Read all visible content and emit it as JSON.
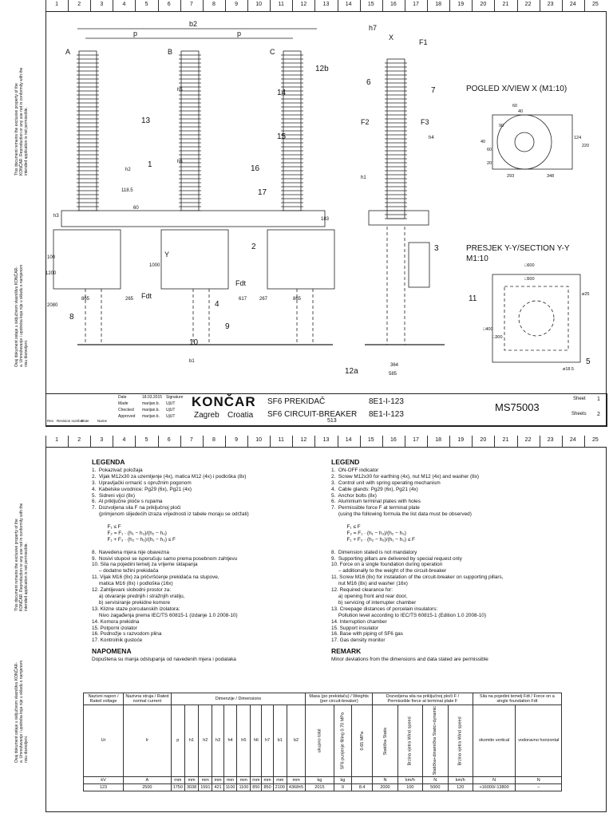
{
  "ruler_numbers": [
    "1",
    "2",
    "3",
    "4",
    "5",
    "6",
    "7",
    "8",
    "9",
    "10",
    "11",
    "12",
    "13",
    "14",
    "15",
    "16",
    "17",
    "18",
    "19",
    "20",
    "21",
    "22",
    "23",
    "24",
    "25"
  ],
  "side_notes": {
    "english": "This document remains the exclusive property of the KONČAR. Reproduction or any use not in conformity with the intended application is not permissible.",
    "croatian": "Ovaj dokument ostaje u isključivom vlasništvu KONČAR-a. Umnožavanje i upotreba koja nije u skladu s namjenom nisu dozvoljeni."
  },
  "drawing": {
    "pole_labels": [
      "A",
      "B",
      "C"
    ],
    "dims_top": [
      "b2",
      "p",
      "p",
      "h7"
    ],
    "dims_heights": [
      "h2",
      "h1",
      "h3",
      "h4",
      "h5",
      "h6",
      "183",
      "60",
      "118.5",
      "100",
      "1000",
      "1200",
      "2080",
      "865",
      "265",
      "617",
      "267",
      "865",
      "b1",
      "585",
      "364"
    ],
    "callouts": [
      "1",
      "2",
      "3",
      "4",
      "5",
      "6",
      "7",
      "8",
      "9",
      "10",
      "11",
      "12a",
      "12b",
      "13",
      "14",
      "15",
      "16",
      "17"
    ],
    "forces": [
      "F1",
      "F2",
      "F3",
      "Fdt",
      "Fdt"
    ],
    "view_x_label": "X",
    "view_x_title": "POGLED X/VIEW X (M1:10)",
    "view_x_dims": [
      "60",
      "40",
      "90",
      "60",
      "20",
      "293",
      "348",
      "124",
      "220",
      "40"
    ],
    "section_title": "PRESJEK Y-Y/SECTION Y-Y",
    "section_scale": "M1:10",
    "section_dims": [
      "□600",
      "□500",
      "□400",
      "□300",
      "ø25",
      "ø18.5"
    ],
    "y_label": "Y"
  },
  "title_block": {
    "rows": [
      [
        "Date",
        "18.03.2015",
        "Signature"
      ],
      [
        "Made",
        "marijan.b.",
        "UjUT"
      ],
      [
        "Checked",
        "marijan.b.",
        "UjUT"
      ],
      [
        "Approved",
        "marijan.b.",
        "UjUT"
      ]
    ],
    "rev_headers": [
      "Rev",
      "Revision number",
      "Date",
      "Name"
    ],
    "company": "KONČAR",
    "city": "Zagreb",
    "country": "Croatia",
    "title_hr": "SF6 PREKIDAČ",
    "title_en": "SF6 CIRCUIT-BREAKER",
    "code1": "8E1-I-123",
    "code2": "8E1-I-123",
    "doc_no": "MS75003",
    "sheet_label": "Sheet",
    "sheet_value": "1",
    "sheets_label": "Sheets",
    "sheets_value": "2",
    "foot_no": "513"
  },
  "legend_hr": {
    "title": "LEGENDA",
    "items": [
      "1.  Pokazivač položaja",
      "2.  Vijak M12x30 za uzemljenje (4x), matica M12 (4x) i podloška (8x)",
      "3.  Upravljački ormarić s opružnim pogonom",
      "4.  Kabelske uvodnice: Pg29 (6x), Pg21 (4x)",
      "5.  Sidreni vijci (8x)",
      "6.  Al priključne ploče s rupama",
      "7.  Dozvoljena sila F na priključnoj ploči",
      "     (primjenom slijedećih izraza vrijednosti iz tabele moraju se održati)",
      "",
      "           F₁ ≤ F",
      "           F₂ = F₁ · (h₁ − h₃)/(h₂ − h₃)",
      "           F₁ + F₃ · (h₂ − h₃)/(h₁ − h₃) ≤ F",
      "",
      "8.  Navedena mjera nije obavezna",
      "9.  Nosivi stupovi se isporučuju samo prema posebnom zahtjevu",
      "10. Sila na pojedini temelj za vrijeme sklapanja",
      "     – dodatno težini prekidača",
      "11. Vijak M16 (8x) za pričvršćenje prekidača na stupove,",
      "     matica M16 (8x) i podloška (16x)",
      "12. Zahtijevani slobodni prostor za:",
      "     a) otvaranje prednjih i stražnjih vratiju,",
      "     b) servisiranje prekidne komore",
      "13. Klizne staze porculanskih izolatora:",
      "     Nivo zagađenja prema IEC/TS 60815-1 (izdanje 1.0 2008-10)",
      "14. Komora prekidna",
      "15. Potporni izolator",
      "16. Podnožje s razvodom plina",
      "17. Kontrolnik gustoće"
    ],
    "note_title": "NAPOMENA",
    "note": "Dopuštena su manja odstupanja od navedenih mjera i podataka"
  },
  "legend_en": {
    "title": "LEGEND",
    "items": [
      "1.  ON-OFF indicator",
      "2.  Screw M12x30 for earthing (4x), nut M12 (4x) and washer (8x)",
      "3.  Control unit with spring operating mechanism",
      "4.  Cable glands: Pg29 (6x), Pg21 (4x)",
      "5.  Anchor bolts (8x)",
      "6.  Aluminium terminal plates with holes",
      "7.  Permissible force F at terminal plate",
      "     (using the following formula the list data must be observed)",
      "",
      "           F₁ ≤ F",
      "           F₂ = F₁ · (h₁ − h₃)/(h₂ − h₃)",
      "           F₁ + F₃ · (h₂ − h₃)/(h₁ − h₃) ≤ F",
      "",
      "8.  Dimension stated is not mandatory",
      "9.  Supporting pillars are delivered by special request only",
      "10. Force on a single foundation during operation",
      "     – additionally to the weight of the circuit-breaker",
      "11. Screw M16 (8x) for instalation of the circuit-breaker on supporting pillars,",
      "     nut M16 (8x) and washer (16x)",
      "12. Required clearance for:",
      "     a) opening front and rear door,",
      "     b) servicing of interrupter chamber",
      "13. Creepage distances of porcelain insulators:",
      "     Pollution level according to IEC/TS 60815-1 (Edition 1.0 2008-10)",
      "14. Interruption chamber",
      "15. Support insulator",
      "16. Base with piping of SF6 gas",
      "17. Gas density monitor"
    ],
    "note_title": "REMARK",
    "note": "Minor deviations from the dimensions and data stated are permissible"
  },
  "spec_table": {
    "h_rated_voltage": "Nazivni napon / Rated voltage",
    "h_rated_current": "Nazivna struja / Rated normal current",
    "h_dimensions": "Dimenzije / Dimensions",
    "h_mass": "Masa (po prekidaču) / Weights (per circuit-breaker)",
    "h_force_terminal": "Dozvoljena sila na priključnoj ploči F / Permissible force at terminal plate F",
    "h_force_foundation": "Sila na pojedini temelj Fdt / Force on a single foundation Fdt",
    "sym": [
      "Ur",
      "Ir",
      "p",
      "h1",
      "h2",
      "h3",
      "h4",
      "h5",
      "h6",
      "h7",
      "b1",
      "b2",
      "ukupno total",
      "SF6 punjenje filling 0.70 MPa",
      "0.65 MPa",
      "Statička Static",
      "Brzina vjetra Wind speed",
      "Statička+dinamička Static+dynamic",
      "Brzina vjetra Wind speed",
      "okomito vertical",
      "vodoravno horizontal"
    ],
    "units": [
      "kV",
      "A",
      "mm",
      "mm",
      "mm",
      "mm",
      "mm",
      "mm",
      "mm",
      "mm",
      "mm",
      "mm",
      "kg",
      "kg",
      "",
      "N",
      "km/h",
      "N",
      "km/h",
      "N",
      "N"
    ],
    "values": [
      "123",
      "2500",
      "1750",
      "3038",
      "1591",
      "421",
      "1100",
      "1100",
      "850",
      "850",
      "2100",
      "4368±5",
      "2015",
      "9",
      "8.4",
      "2000",
      "100",
      "5000",
      "120",
      "+16000/-13800",
      "–"
    ]
  }
}
